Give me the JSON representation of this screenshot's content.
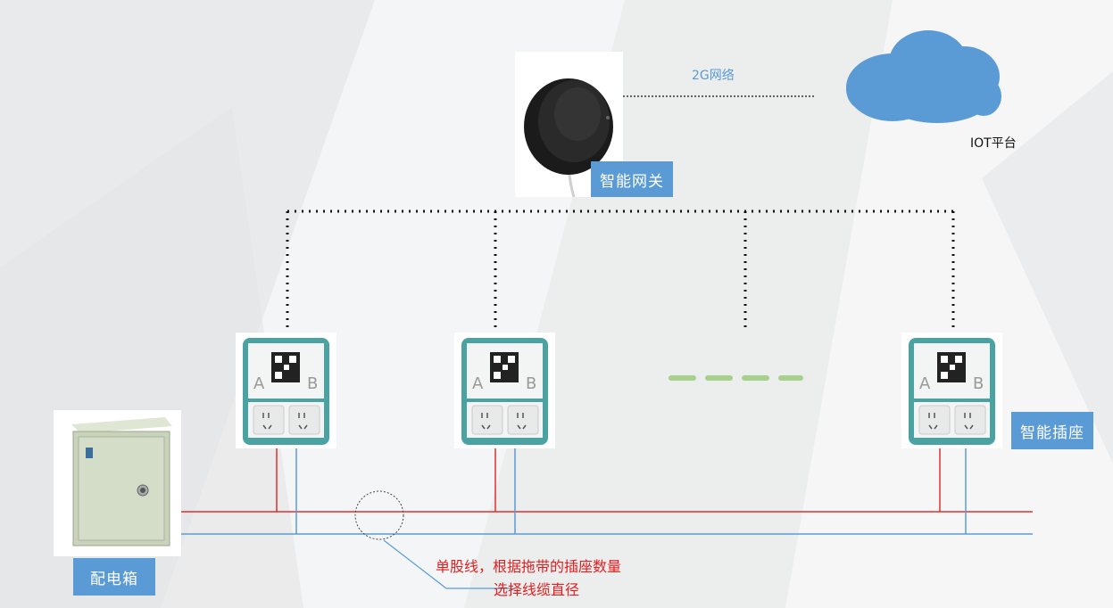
{
  "gateway": {
    "label": "智能网关"
  },
  "network": {
    "label": "2G网络"
  },
  "cloud": {
    "label": "IOT平台"
  },
  "socket": {
    "label": "智能插座",
    "port_a": "A",
    "port_b": "B"
  },
  "distribution_box": {
    "label": "配电箱"
  },
  "cable_note": {
    "line1": "单股线，根据拖带的插座数量",
    "line2": "选择线缆直径"
  },
  "colors": {
    "label_bg": "#5b9bd5",
    "red_wire": "#e03030",
    "blue_wire": "#5b9bd5",
    "green_dash": "#a8d08d",
    "socket_teal": "#4aa3a2"
  }
}
